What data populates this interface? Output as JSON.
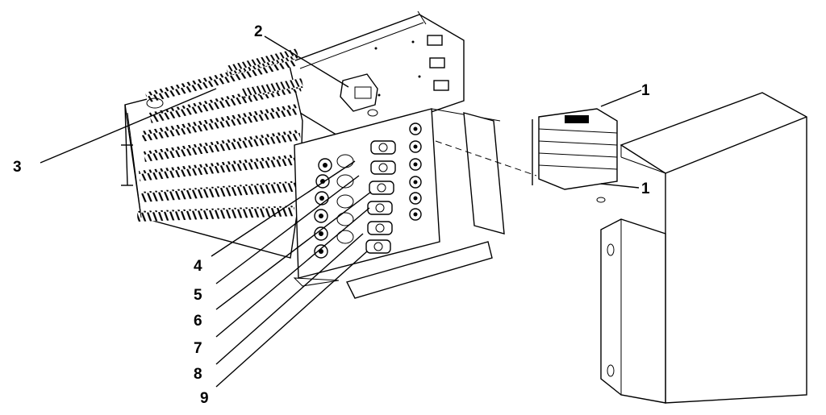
{
  "callouts": [
    {
      "id": "1a",
      "text": "1"
    },
    {
      "id": "1b",
      "text": "1"
    },
    {
      "id": "2",
      "text": "2"
    },
    {
      "id": "3",
      "text": "3"
    },
    {
      "id": "4",
      "text": "4"
    },
    {
      "id": "5",
      "text": "5"
    },
    {
      "id": "6",
      "text": "6"
    },
    {
      "id": "7",
      "text": "7"
    },
    {
      "id": "8",
      "text": "8"
    },
    {
      "id": "9",
      "text": "9"
    }
  ]
}
